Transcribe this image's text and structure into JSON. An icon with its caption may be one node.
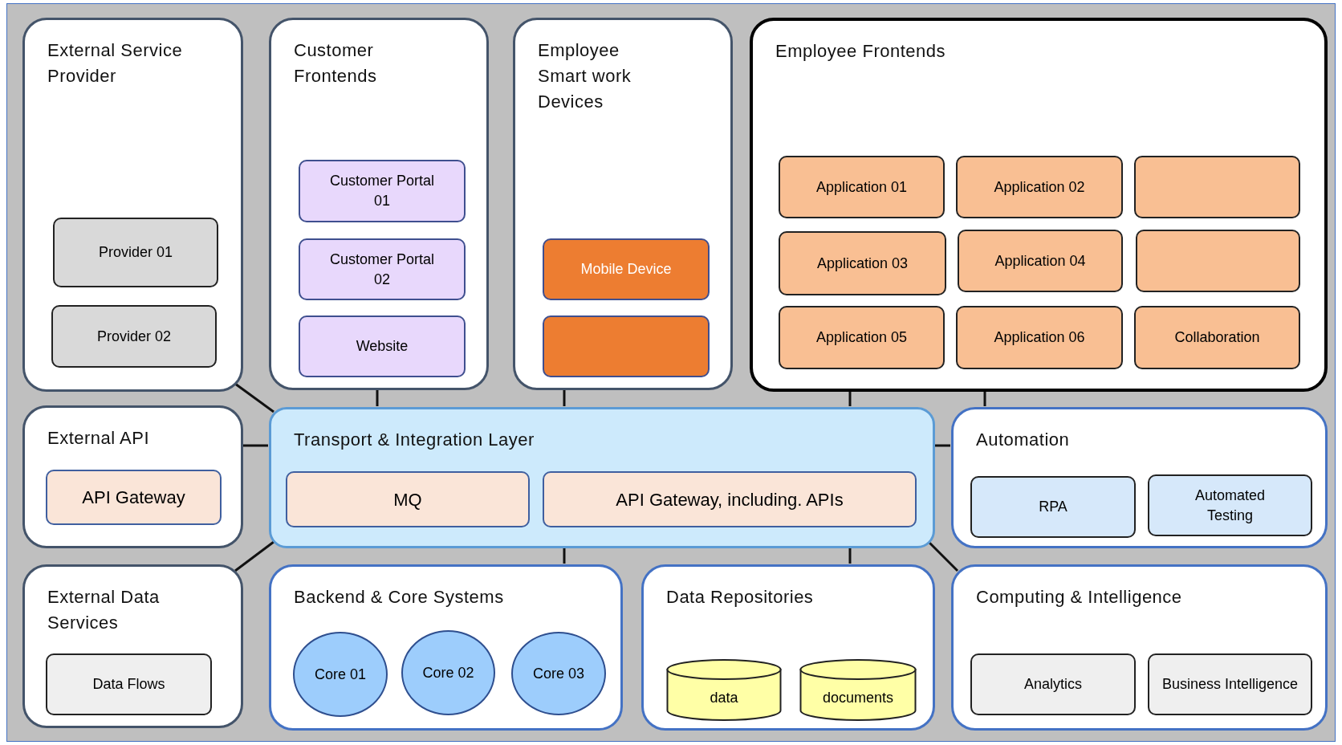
{
  "diagram": {
    "nodes": [
      {
        "text": [
          "External Service Provider"
        ]
      },
      {
        "text": [
          "Provider 01"
        ],
        "in": 0
      },
      {
        "text": [
          "Provider 02"
        ],
        "in": 0
      },
      {
        "text": [
          "Customer Frontends"
        ]
      },
      {
        "text": [
          "Customer Portal 01"
        ],
        "in": 3
      },
      {
        "text": [
          "Customer Portal 02"
        ],
        "in": 3
      },
      {
        "text": [
          "Website"
        ],
        "in": 3
      },
      {
        "text": [
          "Employee Smart work Devices"
        ]
      },
      {
        "text": [
          "Mobile Device"
        ],
        "in": 7
      },
      {
        "text": [],
        "shape": "box",
        "in": 7
      },
      {
        "text": [
          "Employee Frontends"
        ]
      },
      {
        "text": [
          "Application 01"
        ],
        "in": 10
      },
      {
        "text": [
          "Application 02"
        ],
        "in": 10
      },
      {
        "text": [],
        "shape": "box",
        "in": 10
      },
      {
        "text": [
          "Application 03"
        ],
        "in": 10
      },
      {
        "text": [
          "Application 04"
        ],
        "in": 10
      },
      {
        "text": [],
        "shape": "box",
        "in": 10
      },
      {
        "text": [
          "Application 05"
        ],
        "in": 10
      },
      {
        "text": [
          "Application 06"
        ],
        "in": 10
      },
      {
        "text": [
          "Collaboration"
        ],
        "in": 10
      },
      {
        "text": [
          "External API"
        ]
      },
      {
        "text": [
          "API Gateway"
        ],
        "in": 20
      },
      {
        "text": [
          "Transport & Integration Layer"
        ]
      },
      {
        "text": [
          "MQ"
        ],
        "in": 22
      },
      {
        "text": [
          "API Gateway, including. APIs"
        ],
        "in": 22
      },
      {
        "text": [
          "Automation"
        ]
      },
      {
        "text": [
          "RPA"
        ],
        "in": 25
      },
      {
        "text": [
          "Automated Testing"
        ],
        "in": 25
      },
      {
        "text": [
          "External Data Services"
        ]
      },
      {
        "text": [
          "Data Flows"
        ],
        "in": 28
      },
      {
        "text": [
          "Backend & Core Systems"
        ]
      },
      {
        "text": [
          "Core 01"
        ],
        "in": 30
      },
      {
        "text": [
          "Core 02"
        ],
        "in": 30
      },
      {
        "text": [
          "Core 03"
        ],
        "in": 30
      },
      {
        "text": [
          "Data Repositories"
        ]
      },
      {
        "text": [
          "data"
        ],
        "in": 34
      },
      {
        "text": [
          "documents"
        ],
        "in": 34
      },
      {
        "text": [
          "Computing & Intelligence"
        ]
      },
      {
        "text": [
          "Analytics"
        ],
        "in": 37
      },
      {
        "text": [
          "Business Intelligence"
        ],
        "in": 37
      }
    ],
    "edges": [
      {
        "from": 0,
        "to": 22,
        "arrow": "none"
      },
      {
        "from": 3,
        "to": 22,
        "arrow": "none"
      },
      {
        "from": 7,
        "to": 22,
        "arrow": "none"
      },
      {
        "from": 10,
        "to": 22,
        "arrow": "none"
      },
      {
        "from": 10,
        "to": 25,
        "arrow": "none"
      },
      {
        "from": 20,
        "to": 22,
        "arrow": "none"
      },
      {
        "from": 22,
        "to": 25,
        "arrow": "none"
      },
      {
        "from": 28,
        "to": 22,
        "arrow": "none"
      },
      {
        "from": 22,
        "to": 30,
        "arrow": "none"
      },
      {
        "from": 22,
        "to": 34,
        "arrow": "none"
      },
      {
        "from": 22,
        "to": 37,
        "arrow": "none"
      }
    ]
  }
}
